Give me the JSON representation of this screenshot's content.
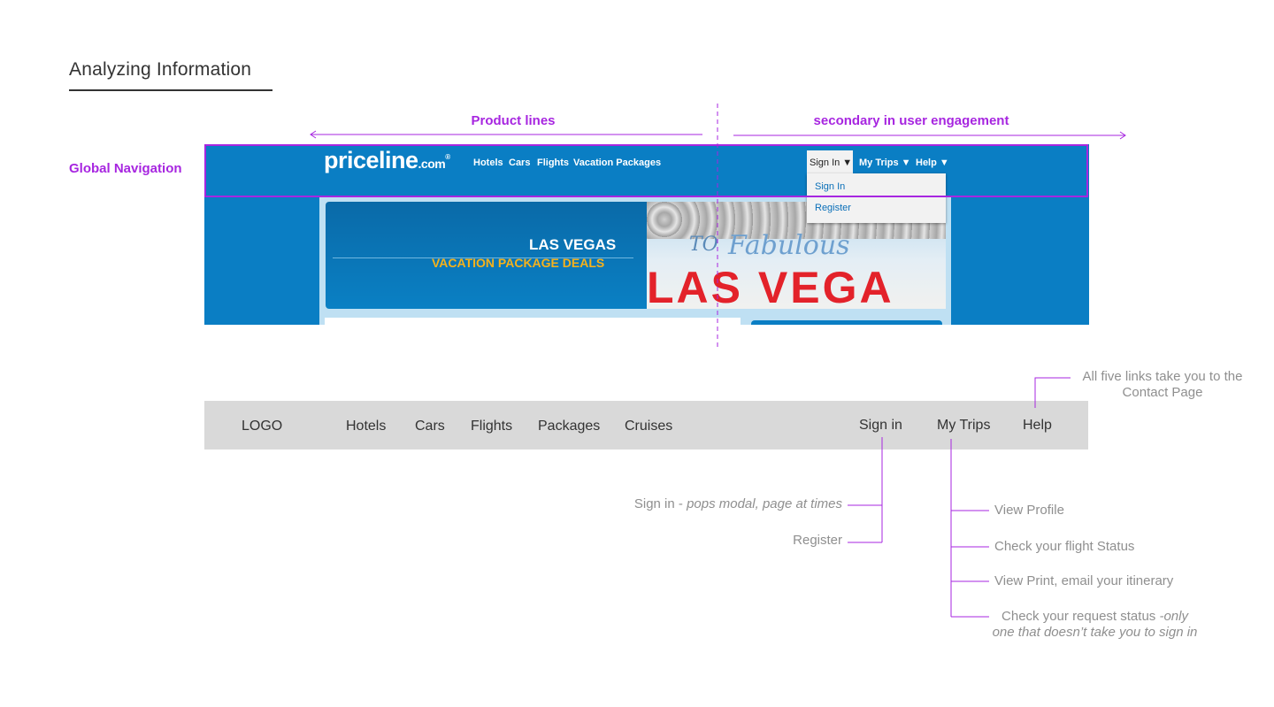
{
  "heading": "Analyzing Information",
  "annotations": {
    "product_lines": "Product lines",
    "secondary": "secondary in user engagement",
    "global_navigation": "Global Navigation",
    "contact_note_line1": "All five links take you to the",
    "contact_note_line2": "Contact Page"
  },
  "screenshot": {
    "logo": "priceline",
    "logo_suffix": ".com",
    "logo_mark": "®",
    "nav_items": [
      "Hotels",
      "Cars",
      "Flights",
      "Vacation Packages"
    ],
    "right_items": [
      "Sign In ▼",
      "My Trips ▼",
      "Help ▼"
    ],
    "dropdown": [
      "Sign In",
      "Register"
    ],
    "banner_title": "LAS VEGAS",
    "banner_subtitle": "VACATION PACKAGE DEALS",
    "photo_text": [
      "TO",
      "Fabulous",
      "LAS VEGA"
    ]
  },
  "wireframe": {
    "logo": "LOGO",
    "left_items": [
      "Hotels",
      "Cars",
      "Flights",
      "Packages",
      "Cruises"
    ],
    "right_items": [
      "Sign in",
      "My Trips",
      "Help"
    ]
  },
  "signin_notes": {
    "signin_prefix": "Sign in - ",
    "signin_detail": "pops modal, page at times",
    "register": "Register"
  },
  "mytrips_notes": {
    "items": [
      "View Profile",
      "Check your flight Status",
      "View Print, email your itinerary"
    ],
    "request_prefix": "Check your request status ",
    "request_detail_line1": "-only",
    "request_detail_line2": "one that doesn’t take you to sign in"
  },
  "colors": {
    "accent": "#a726e0",
    "priceline_blue": "#0a7ec4",
    "wire_bg": "#d9d9d9",
    "note_gray": "#8f8f8f"
  }
}
